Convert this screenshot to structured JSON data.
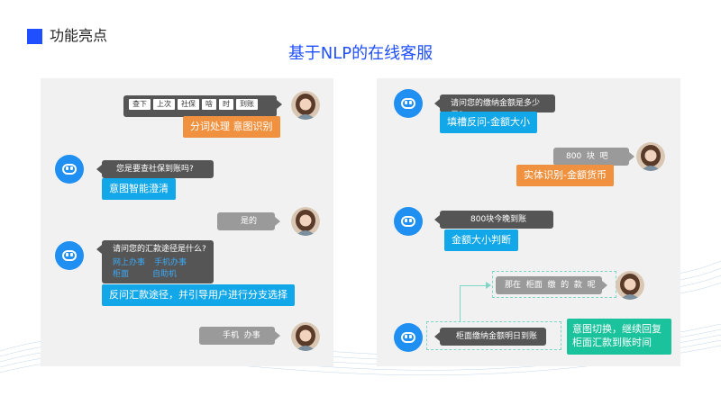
{
  "header": {
    "section_title": "功能亮点",
    "main_title": "基于NLP的在线客服"
  },
  "left_panel": {
    "user_query_words": [
      "查下",
      "上次",
      "社保",
      "啥",
      "时",
      "到账"
    ],
    "tag_segmentation": "分词处理 意图识别",
    "bot_question_1": "您是要查社保到账吗?",
    "tag_intent": "意图智能澄清",
    "user_reply_1": "是的",
    "bot_question_2": "请问您的汇款途径是什么?",
    "options": [
      "网上办事",
      "手机办事",
      "柜面",
      "自助机"
    ],
    "tag_branch": "反问汇款途径，并引导用户进行分支选择",
    "user_reply_2": "手机  办事"
  },
  "right_panel": {
    "bot_question_1": "请问您的缴纳金额是多少元?",
    "tag_fill": "填槽反问-金额大小",
    "user_reply_1": "800  块  吧",
    "tag_entity": "实体识别-金额货币",
    "bot_reply_2": "800块今晚到账",
    "tag_judge": "金额大小判断",
    "user_reply_2": "那在  柜面  缴  的  款  呢",
    "bot_reply_3": "柜面缴纳金额明日到账",
    "tag_switch": "意图切换，继续回复柜面汇款到账时间"
  },
  "colors": {
    "accent_blue": "#1f4fff",
    "bot_blue": "#1f8ff2",
    "tag_orange": "#f0913f",
    "tag_blue": "#12a7e8",
    "tag_teal": "#1bc39c"
  },
  "icons": {
    "user_avatar": "user-avatar-photo",
    "bot_avatar": "chat-bot-icon"
  }
}
